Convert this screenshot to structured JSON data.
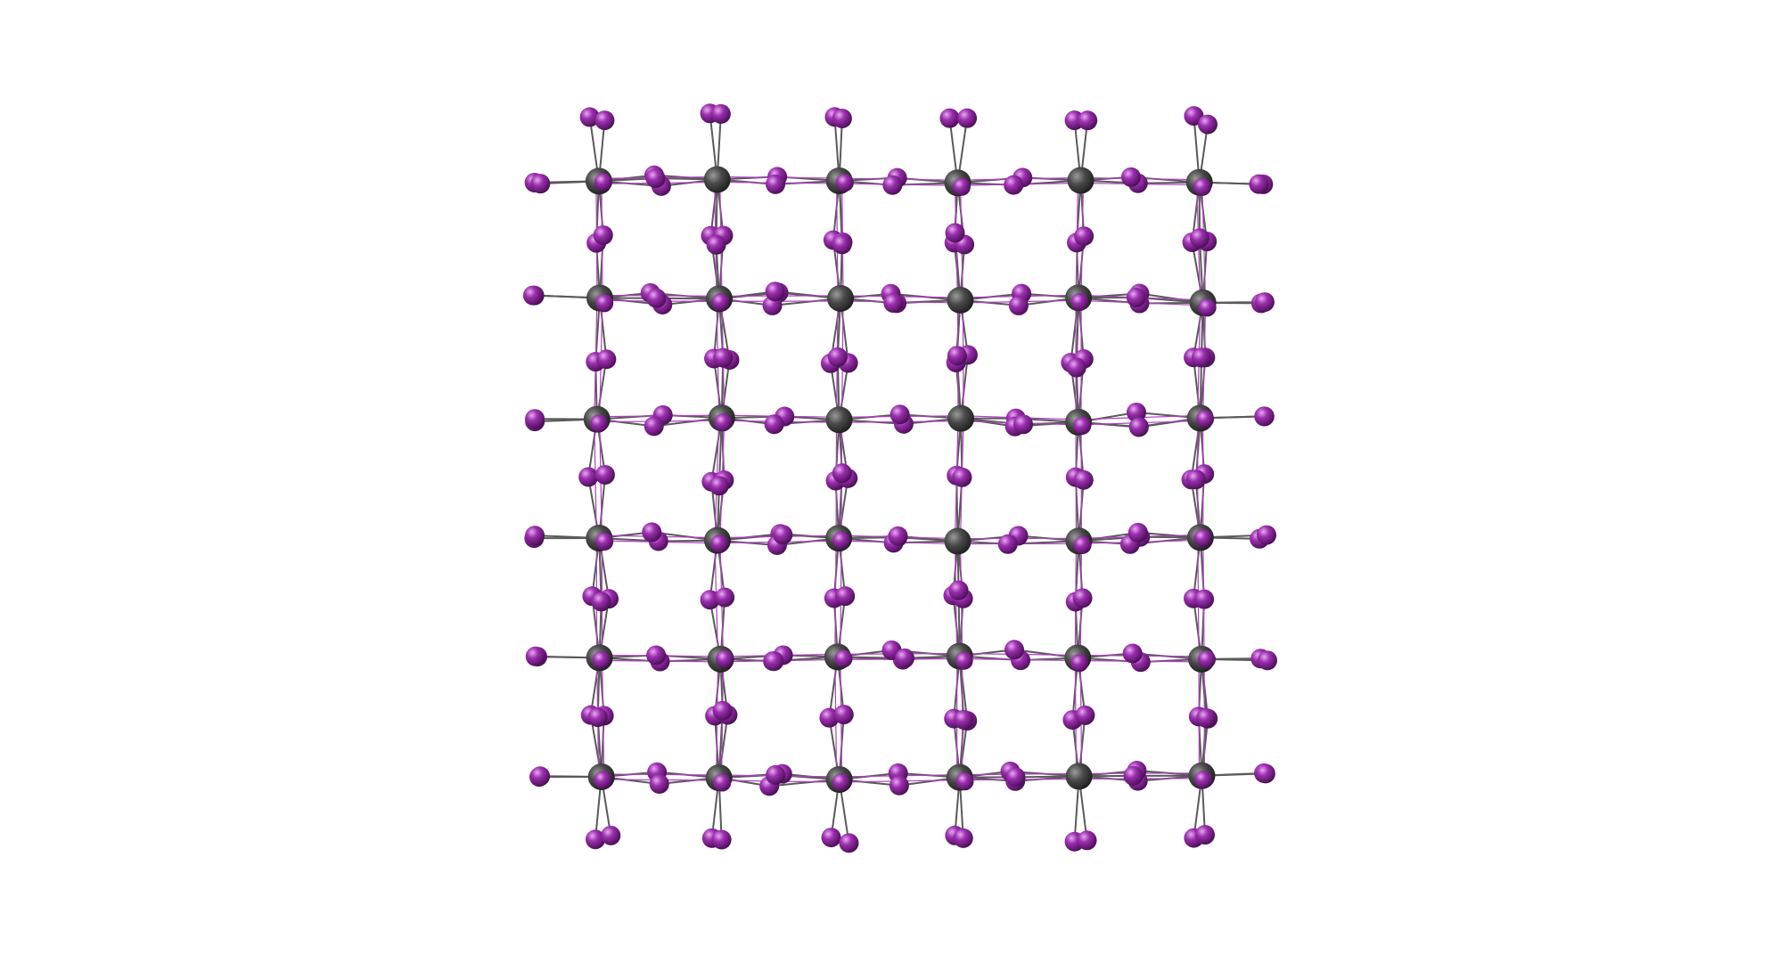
{
  "structure": {
    "grid_columns": 6,
    "grid_rows": 6,
    "atoms": [
      {
        "element": "metal",
        "color": "#4a4a4a",
        "role": "octahedral-center"
      },
      {
        "element": "halide",
        "color": "#9b2fae",
        "role": "bridging-and-terminal"
      }
    ],
    "bond_colors": {
      "metal_halide": "#5a5a5a",
      "halide_halide": "#b23fc4"
    },
    "background": "#ffffff"
  }
}
